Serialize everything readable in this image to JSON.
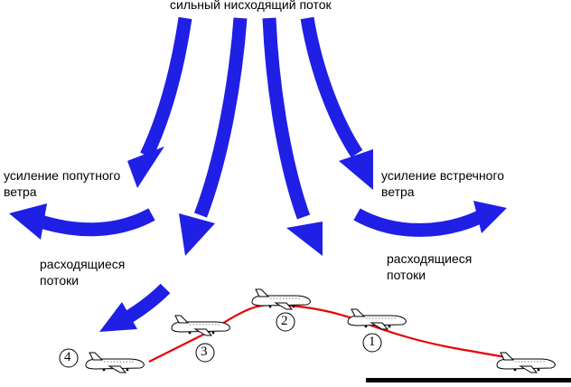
{
  "diagram": {
    "title": "сильный нисходящий поток",
    "left_note_line1": "усиление попутного",
    "left_note_line2": "ветра",
    "right_note_line1": "усиление встречного",
    "right_note_line2": "ветра",
    "left_flow_line1": "расходящиеся",
    "left_flow_line2": "потоки",
    "right_flow_line1": "расходящиеся",
    "right_flow_line2": "потоки",
    "positions": [
      "1",
      "2",
      "3",
      "4"
    ],
    "colors": {
      "arrow": "#1f1fe6",
      "flight_path": "#e60000",
      "aircraft_outline": "#000000",
      "ground_line": "#000000"
    }
  }
}
